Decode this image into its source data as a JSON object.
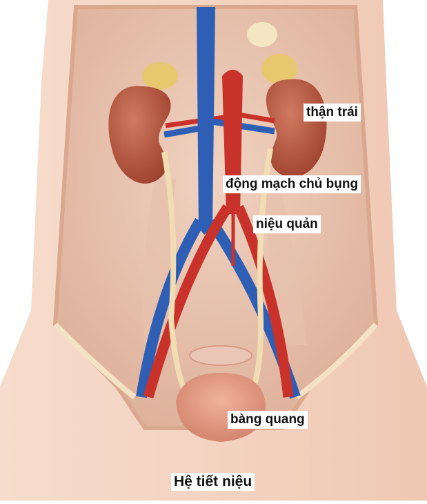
{
  "labels": {
    "left_kidney": "thận trái",
    "abdominal_aorta": "động mạch chủ bụng",
    "ureter": "niệu quản",
    "bladder": "bàng quang"
  },
  "caption": "Hệ tiết niệu",
  "colors": {
    "skin": "#f4d3c1",
    "cavity": "#e9c1ab",
    "kidney": "#b5543d",
    "aorta": "#c8322a",
    "vena_cava": "#2e5fb4",
    "ureter": "#f1ddb4",
    "adrenal": "#e8c86f",
    "bladder": "#d98f78"
  }
}
